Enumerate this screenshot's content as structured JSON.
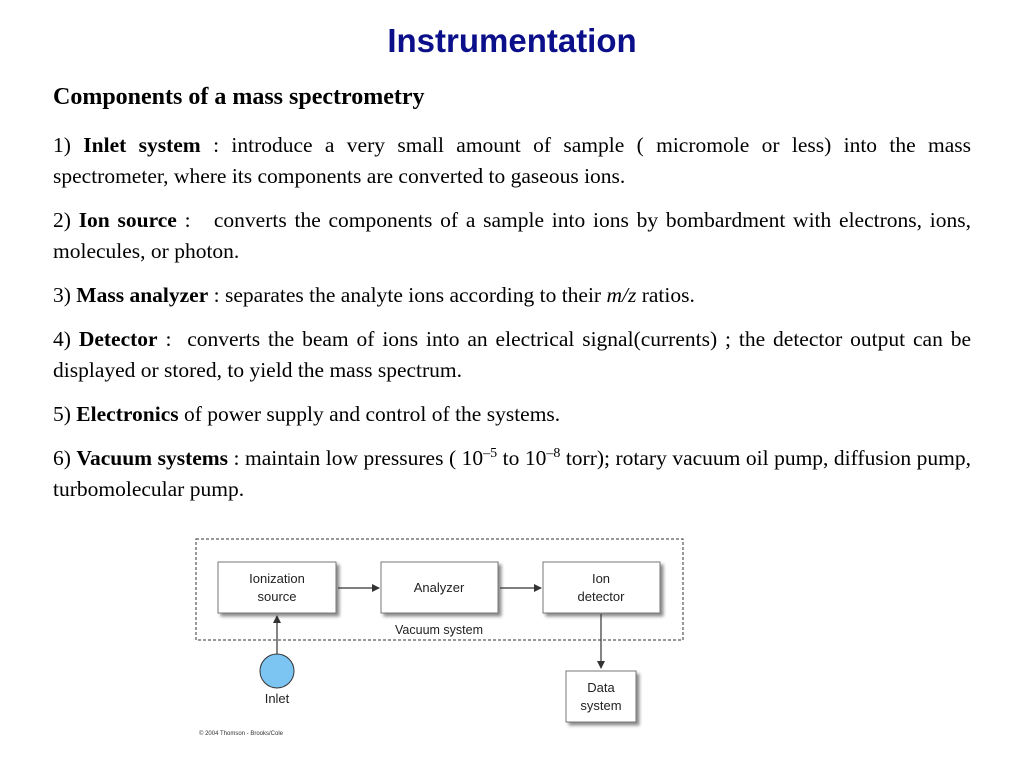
{
  "title": "Instrumentation",
  "subtitle": "Components of a mass spectrometry",
  "items": [
    {
      "num": "1)",
      "term": "Inlet system",
      "text": " : introduce a very small amount of sample ( micromole or less) into the mass spectrometer, where its components are converted to gaseous ions."
    },
    {
      "num": "2)",
      "term": "Ion source",
      "text": " :   converts the components of a sample into ions by bombardment with electrons, ions, molecules, or photon."
    },
    {
      "num": "3)",
      "term": "Mass analyzer",
      "text_before": " : separates the analyte ions according to their ",
      "italic": "m/z",
      "text_after": " ratios."
    },
    {
      "num": "4)",
      "term": "Detector",
      "text": " :  converts the beam of ions into an electrical signal(currents) ; the detector output can be displayed or stored, to yield the mass spectrum."
    },
    {
      "num": "5)",
      "term": "Electronics",
      "text": " of power supply and control of the systems."
    },
    {
      "num": "6)",
      "term": "Vacuum systems",
      "text_a": " : maintain low pressures ( 10",
      "sup1": "–5",
      "text_b": " to 10",
      "sup2": "–8",
      "text_c": " torr); rotary vacuum oil pump, diffusion pump,  turbomolecular pump."
    }
  ],
  "diagram": {
    "ionization_line1": "Ionization",
    "ionization_line2": "source",
    "analyzer": "Analyzer",
    "detector_line1": "Ion",
    "detector_line2": "detector",
    "vacuum_label": "Vacuum system",
    "inlet": "Inlet",
    "data_line1": "Data",
    "data_line2": "system",
    "credit": "© 2004 Thomson - Brooks/Cole",
    "inlet_color": "#7cc4f2",
    "box_color": "#ffffff"
  }
}
